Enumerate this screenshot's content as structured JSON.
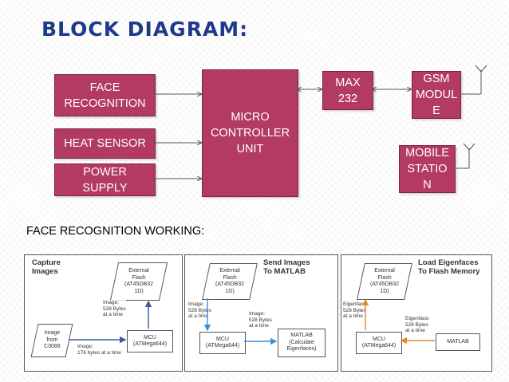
{
  "title": "BLOCK DIAGRAM:",
  "block_diagram": {
    "face_recognition": "FACE\nRECOGNITION",
    "heat_sensor": "HEAT SENSOR",
    "power_supply": "POWER\nSUPPLY",
    "microcontroller": "MICRO\nCONTROLLER\nUNIT",
    "max232": "MAX\n232",
    "gsm_module": "GSM\nMODUL\nE",
    "mobile_station": "MOBILE\nSTATIO\nN"
  },
  "subtitle": "FACE RECOGNITION WORKING:",
  "panels": [
    {
      "title": "Capture\nImages",
      "external_flash": "External\nFlash\n(AT45DB32\n1D)",
      "image_from": "Image\nfrom\nC3088",
      "mcu": "MCU\n(ATMega644)",
      "label_up": "Image:\n528 Bytes\nat a time",
      "label_bottom": "Image:\n176 bytes at a time"
    },
    {
      "title": "Send Images\nTo MATLAB",
      "external_flash": "External\nFlash\n(AT45DB32\n1D)",
      "mcu": "MCU\n(ATMega644)",
      "matlab": "MATLAB\n(Calculate\nEigenfaces)",
      "label_down": "Image:\n528 Bytes\nat a time",
      "label_right": "Image:\n528 Bytes\nat a time"
    },
    {
      "title": "Load Eigenfaces\nTo Flash Memory",
      "external_flash": "External\nFlash\n(AT45DB32\n1D)",
      "mcu": "MCU\n(ATMega644)",
      "matlab": "MATLAB",
      "label_up": "Eigenface:\n528 Bytes\nat a time",
      "label_left": "Eigenface:\n528 Bytes\nat a time"
    }
  ],
  "colors": {
    "title": "#1f3a8a",
    "box_fill": "#b33a63",
    "panel1_arrow": "#3b5998",
    "panel2_arrow": "#3a8fd9",
    "panel3_arrow": "#e08a2e"
  }
}
